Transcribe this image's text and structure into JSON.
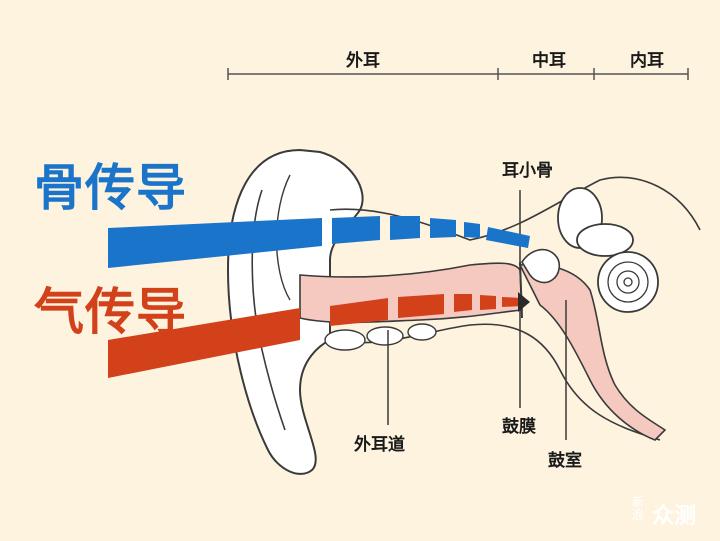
{
  "regions": {
    "outer": "外耳",
    "middle": "中耳",
    "inner": "内耳"
  },
  "conduction": {
    "bone": {
      "label": "骨传导",
      "color": "#1a74c9"
    },
    "air": {
      "label": "气传导",
      "color": "#d2411a"
    }
  },
  "parts": {
    "ossicles": "耳小骨",
    "ear_canal": "外耳道",
    "eardrum": "鼓膜",
    "tympanic_cavity": "鼓室"
  },
  "watermark": {
    "vertical": "新浪",
    "brand": "众测"
  },
  "colors": {
    "background": "#fdf3df",
    "skin": "#f5c9c0",
    "outline": "#3a3a3a"
  }
}
